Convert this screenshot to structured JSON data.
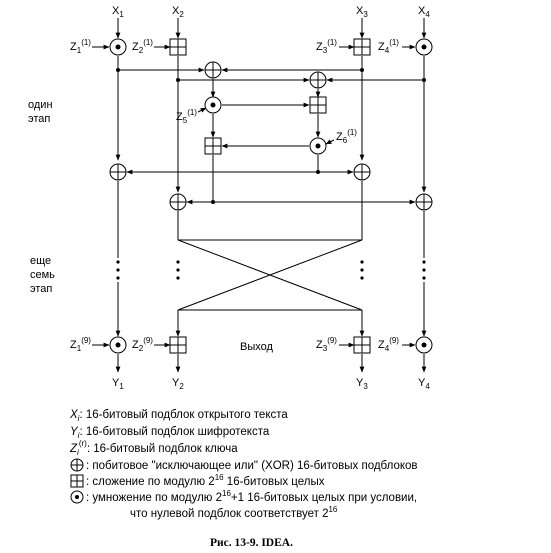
{
  "inputs": {
    "x1": {
      "base": "X",
      "sub": "1"
    },
    "x2": {
      "base": "X",
      "sub": "2"
    },
    "x3": {
      "base": "X",
      "sub": "3"
    },
    "x4": {
      "base": "X",
      "sub": "4"
    }
  },
  "outputs": {
    "y1": {
      "base": "Y",
      "sub": "1"
    },
    "y2": {
      "base": "Y",
      "sub": "2"
    },
    "y3": {
      "base": "Y",
      "sub": "3"
    },
    "y4": {
      "base": "Y",
      "sub": "4"
    }
  },
  "keys_round": {
    "z1": {
      "base": "Z",
      "sub": "1",
      "sup": "(1)"
    },
    "z2": {
      "base": "Z",
      "sub": "2",
      "sup": "(1)"
    },
    "z3": {
      "base": "Z",
      "sub": "3",
      "sup": "(1)"
    },
    "z4": {
      "base": "Z",
      "sub": "4",
      "sup": "(1)"
    },
    "z5": {
      "base": "Z",
      "sub": "5",
      "sup": "(1)"
    },
    "z6": {
      "base": "Z",
      "sub": "6",
      "sup": "(1)"
    }
  },
  "keys_final": {
    "z1": {
      "base": "Z",
      "sub": "1",
      "sup": "(9)"
    },
    "z2": {
      "base": "Z",
      "sub": "2",
      "sup": "(9)"
    },
    "z3": {
      "base": "Z",
      "sub": "3",
      "sup": "(9)"
    },
    "z4": {
      "base": "Z",
      "sub": "4",
      "sup": "(9)"
    }
  },
  "labels": {
    "one_round_line1": "один",
    "one_round_line2": "этап",
    "seven_line1": "еще",
    "seven_line2": "семь",
    "seven_line3": "этап",
    "output": "Выход"
  },
  "legend": {
    "xi_sym": "X",
    "xi_sub": "i",
    "xi_text": ": 16-битовый подблок открытого текста",
    "yi_sym": "Y",
    "yi_sub": "i",
    "yi_text": ": 16-битовый подблок шифротекста",
    "zi_sym": "Z",
    "zi_sub": "i",
    "zi_sup": "(r)",
    "zi_text": ": 16-битовый подблок ключа",
    "xor_text_a": ": побитовое \"исключающее или\" (",
    "xor_text_b": "XOR",
    "xor_text_c": ") 16-битовых подблоков",
    "add_text_a": ": сложение по модулю 2",
    "add_sup": "16",
    "add_text_b": " 16-битовых целых",
    "mul_text_a": ": умножение по модулю 2",
    "mul_sup": "16",
    "mul_text_b": "+1 16-битовых целых при условии,",
    "mul_text_c": "что нулевой подблок соответствует 2",
    "mul_sup2": "16"
  },
  "caption": "Рис. 13-9. IDEA."
}
